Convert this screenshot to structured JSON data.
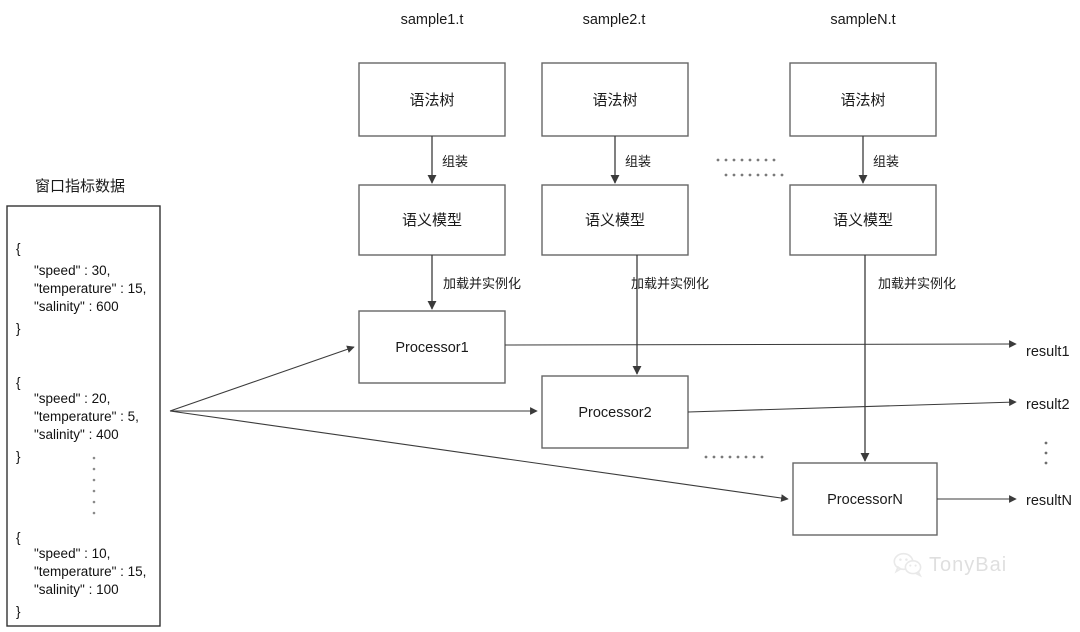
{
  "diagram": {
    "title_left": "窗口指标数据",
    "column_headers": [
      "sample1.t",
      "sample2.t",
      "sampleN.t"
    ],
    "row1_boxes": [
      "语法树",
      "语法树",
      "语法树"
    ],
    "row2_boxes": [
      "语义模型",
      "语义模型",
      "语义模型"
    ],
    "row3_boxes": [
      "Processor1",
      "Processor2",
      "ProcessorN"
    ],
    "edge_labels_row1": [
      "组装",
      "组装",
      "组装"
    ],
    "edge_labels_row2": [
      "加载并实例化",
      "加载并实例化",
      "加载并实例化"
    ],
    "results": [
      "result1",
      "result2",
      "resultN"
    ],
    "ellipsis_horizontal": "· · · · · · · ·",
    "ellipsis_vertical": "⋮",
    "json_records": [
      {
        "open": "{",
        "lines": [
          "\"speed\" :  30,",
          "\"temperature\" : 15,",
          "\"salinity\" : 600"
        ],
        "close": "}"
      },
      {
        "open": "{",
        "lines": [
          "\"speed\" :  20,",
          "\"temperature\" : 5,",
          "\"salinity\" : 400"
        ],
        "close": "}"
      },
      {
        "open": "{",
        "lines": [
          "\"speed\" :  10,",
          "\"temperature\" : 15,",
          "\"salinity\" : 100"
        ],
        "close": "}"
      }
    ]
  },
  "watermark": {
    "label": "TonyBai",
    "icon": "wechat-icon"
  },
  "colors": {
    "box_stroke": "#666666",
    "json_stroke": "#333333",
    "edge": "#3b3b3b",
    "text": "#1a1a1a",
    "dots": "#7a7a7a",
    "watermark": "#b9b9b9",
    "background": "#ffffff"
  }
}
